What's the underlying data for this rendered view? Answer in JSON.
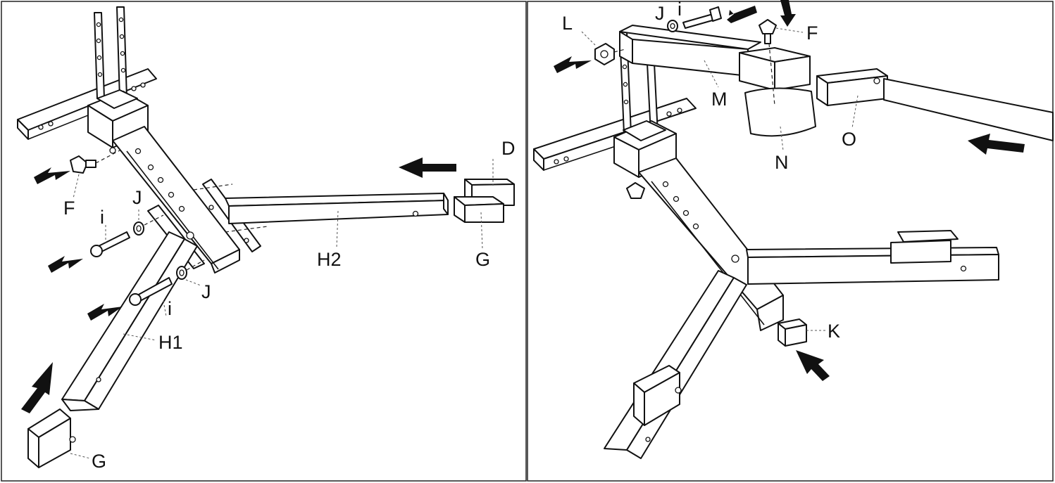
{
  "left_panel": {
    "labels": {
      "D": "D",
      "F": "F",
      "J_top": "J",
      "J_bottom": "J",
      "i_top": "i",
      "i_bottom": "i",
      "G_right": "G",
      "G_bottom": "G",
      "H1": "H1",
      "H2": "H2"
    }
  },
  "right_panel": {
    "labels": {
      "L": "L",
      "J": "J",
      "i": "i",
      "F": "F",
      "M": "M",
      "N": "N",
      "O": "O",
      "K": "K"
    }
  }
}
